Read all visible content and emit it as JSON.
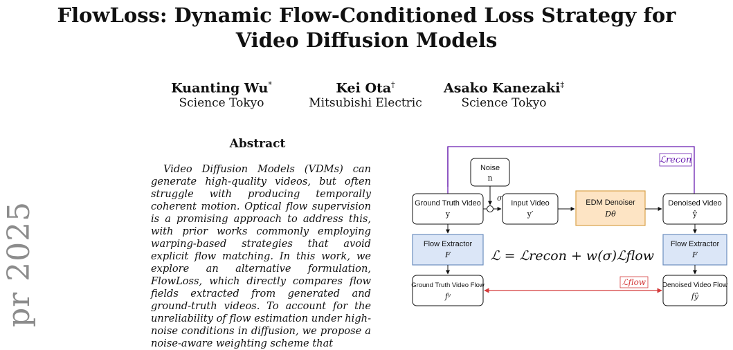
{
  "paper": {
    "title_line1": "FlowLoss: Dynamic Flow-Conditioned Loss Strategy for",
    "title_line2": "Video Diffusion Models",
    "authors": [
      {
        "name": "Kuanting Wu",
        "mark": "*",
        "affiliation": "Science Tokyo"
      },
      {
        "name": "Kei Ota",
        "mark": "†",
        "affiliation": "Mitsubishi Electric"
      },
      {
        "name": "Asako Kanezaki",
        "mark": "‡",
        "affiliation": "Science Tokyo"
      }
    ],
    "abstract_heading": "Abstract",
    "abstract_text": "Video Diffusion Models (VDMs) can generate high-quality videos, but often struggle with producing temporally coherent motion. Optical flow supervision is a promising approach to address this, with prior works commonly employing warping-based strategies that avoid explicit flow matching. In this work, we explore an alternative formulation, FlowLoss, which directly compares flow fields extracted from generated and ground-truth videos. To account for the unreliability of flow estimation under high-noise conditions in diffusion, we propose a noise-aware weighting scheme that",
    "arxiv_stamp": "pr 2025"
  },
  "figure": {
    "boxes": {
      "noise": {
        "label": "Noise",
        "sym": "n"
      },
      "gt_video": {
        "label": "Ground Truth Video",
        "sym": "y"
      },
      "input_video": {
        "label": "Input Video",
        "sym": "y′"
      },
      "edm": {
        "label": "EDM Denoiser",
        "sym": "Dθ"
      },
      "denoised_video": {
        "label": "Denoised Video",
        "sym": "ŷ"
      },
      "flow_extractor_left": {
        "label": "Flow Extractor",
        "sym": "F"
      },
      "flow_extractor_right": {
        "label": "Flow Extractor",
        "sym": "F"
      },
      "gt_flow": {
        "label": "Ground Truth Video Flow",
        "sym": "fʸ"
      },
      "denoised_flow": {
        "label": "Denoised Video Flow",
        "sym": "fŷ"
      }
    },
    "sigma": "σ",
    "l_recon": "ℒrecon",
    "l_flow": "ℒflow",
    "equation": "ℒ = ℒrecon + w(σ)ℒflow",
    "colors": {
      "recon_line": "#6a1fb0",
      "flow_line": "#d43a3a",
      "edm_fill": "#fde4c4",
      "edm_stroke": "#d9a24a",
      "flow_fill": "#dbe6f7",
      "flow_stroke": "#6c8ebf"
    }
  }
}
